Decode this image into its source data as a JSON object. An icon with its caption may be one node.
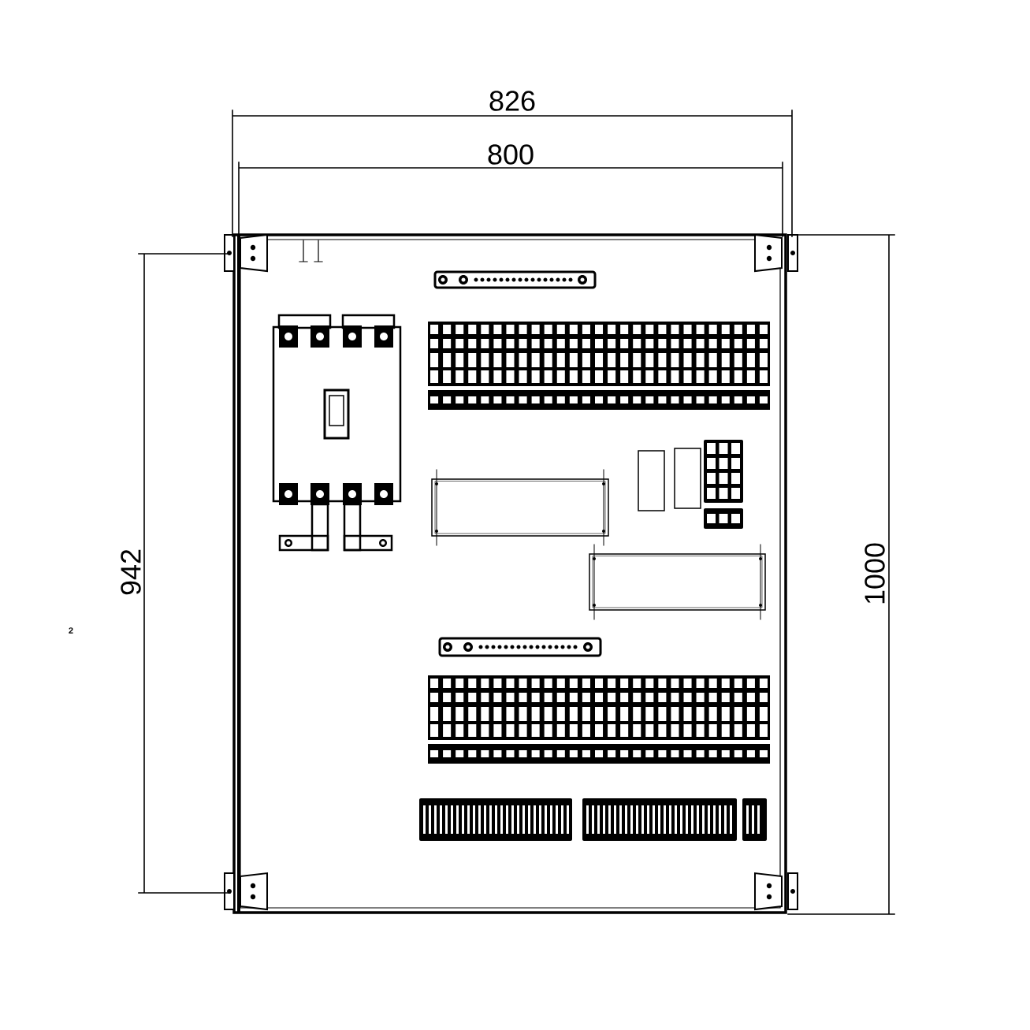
{
  "diagram": {
    "labels": [
      "826",
      "800",
      "942",
      "1000",
      "2"
    ]
  }
}
